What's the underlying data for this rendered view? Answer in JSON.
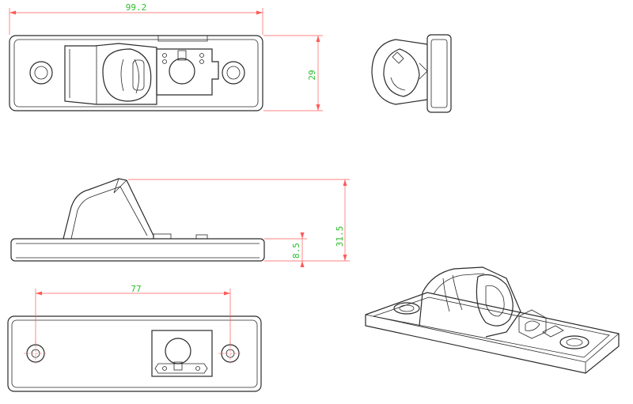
{
  "dimensions": {
    "top_width": "99.2",
    "top_height": "29",
    "side_height_total": "31.5",
    "side_base_height": "8.5",
    "bottom_hole_spacing": "77"
  },
  "colors": {
    "part_lines": "#2a2a2a",
    "dimension_lines": "#ff5a5a",
    "dimension_text": "#2bbf2b",
    "background": "#ffffff"
  }
}
